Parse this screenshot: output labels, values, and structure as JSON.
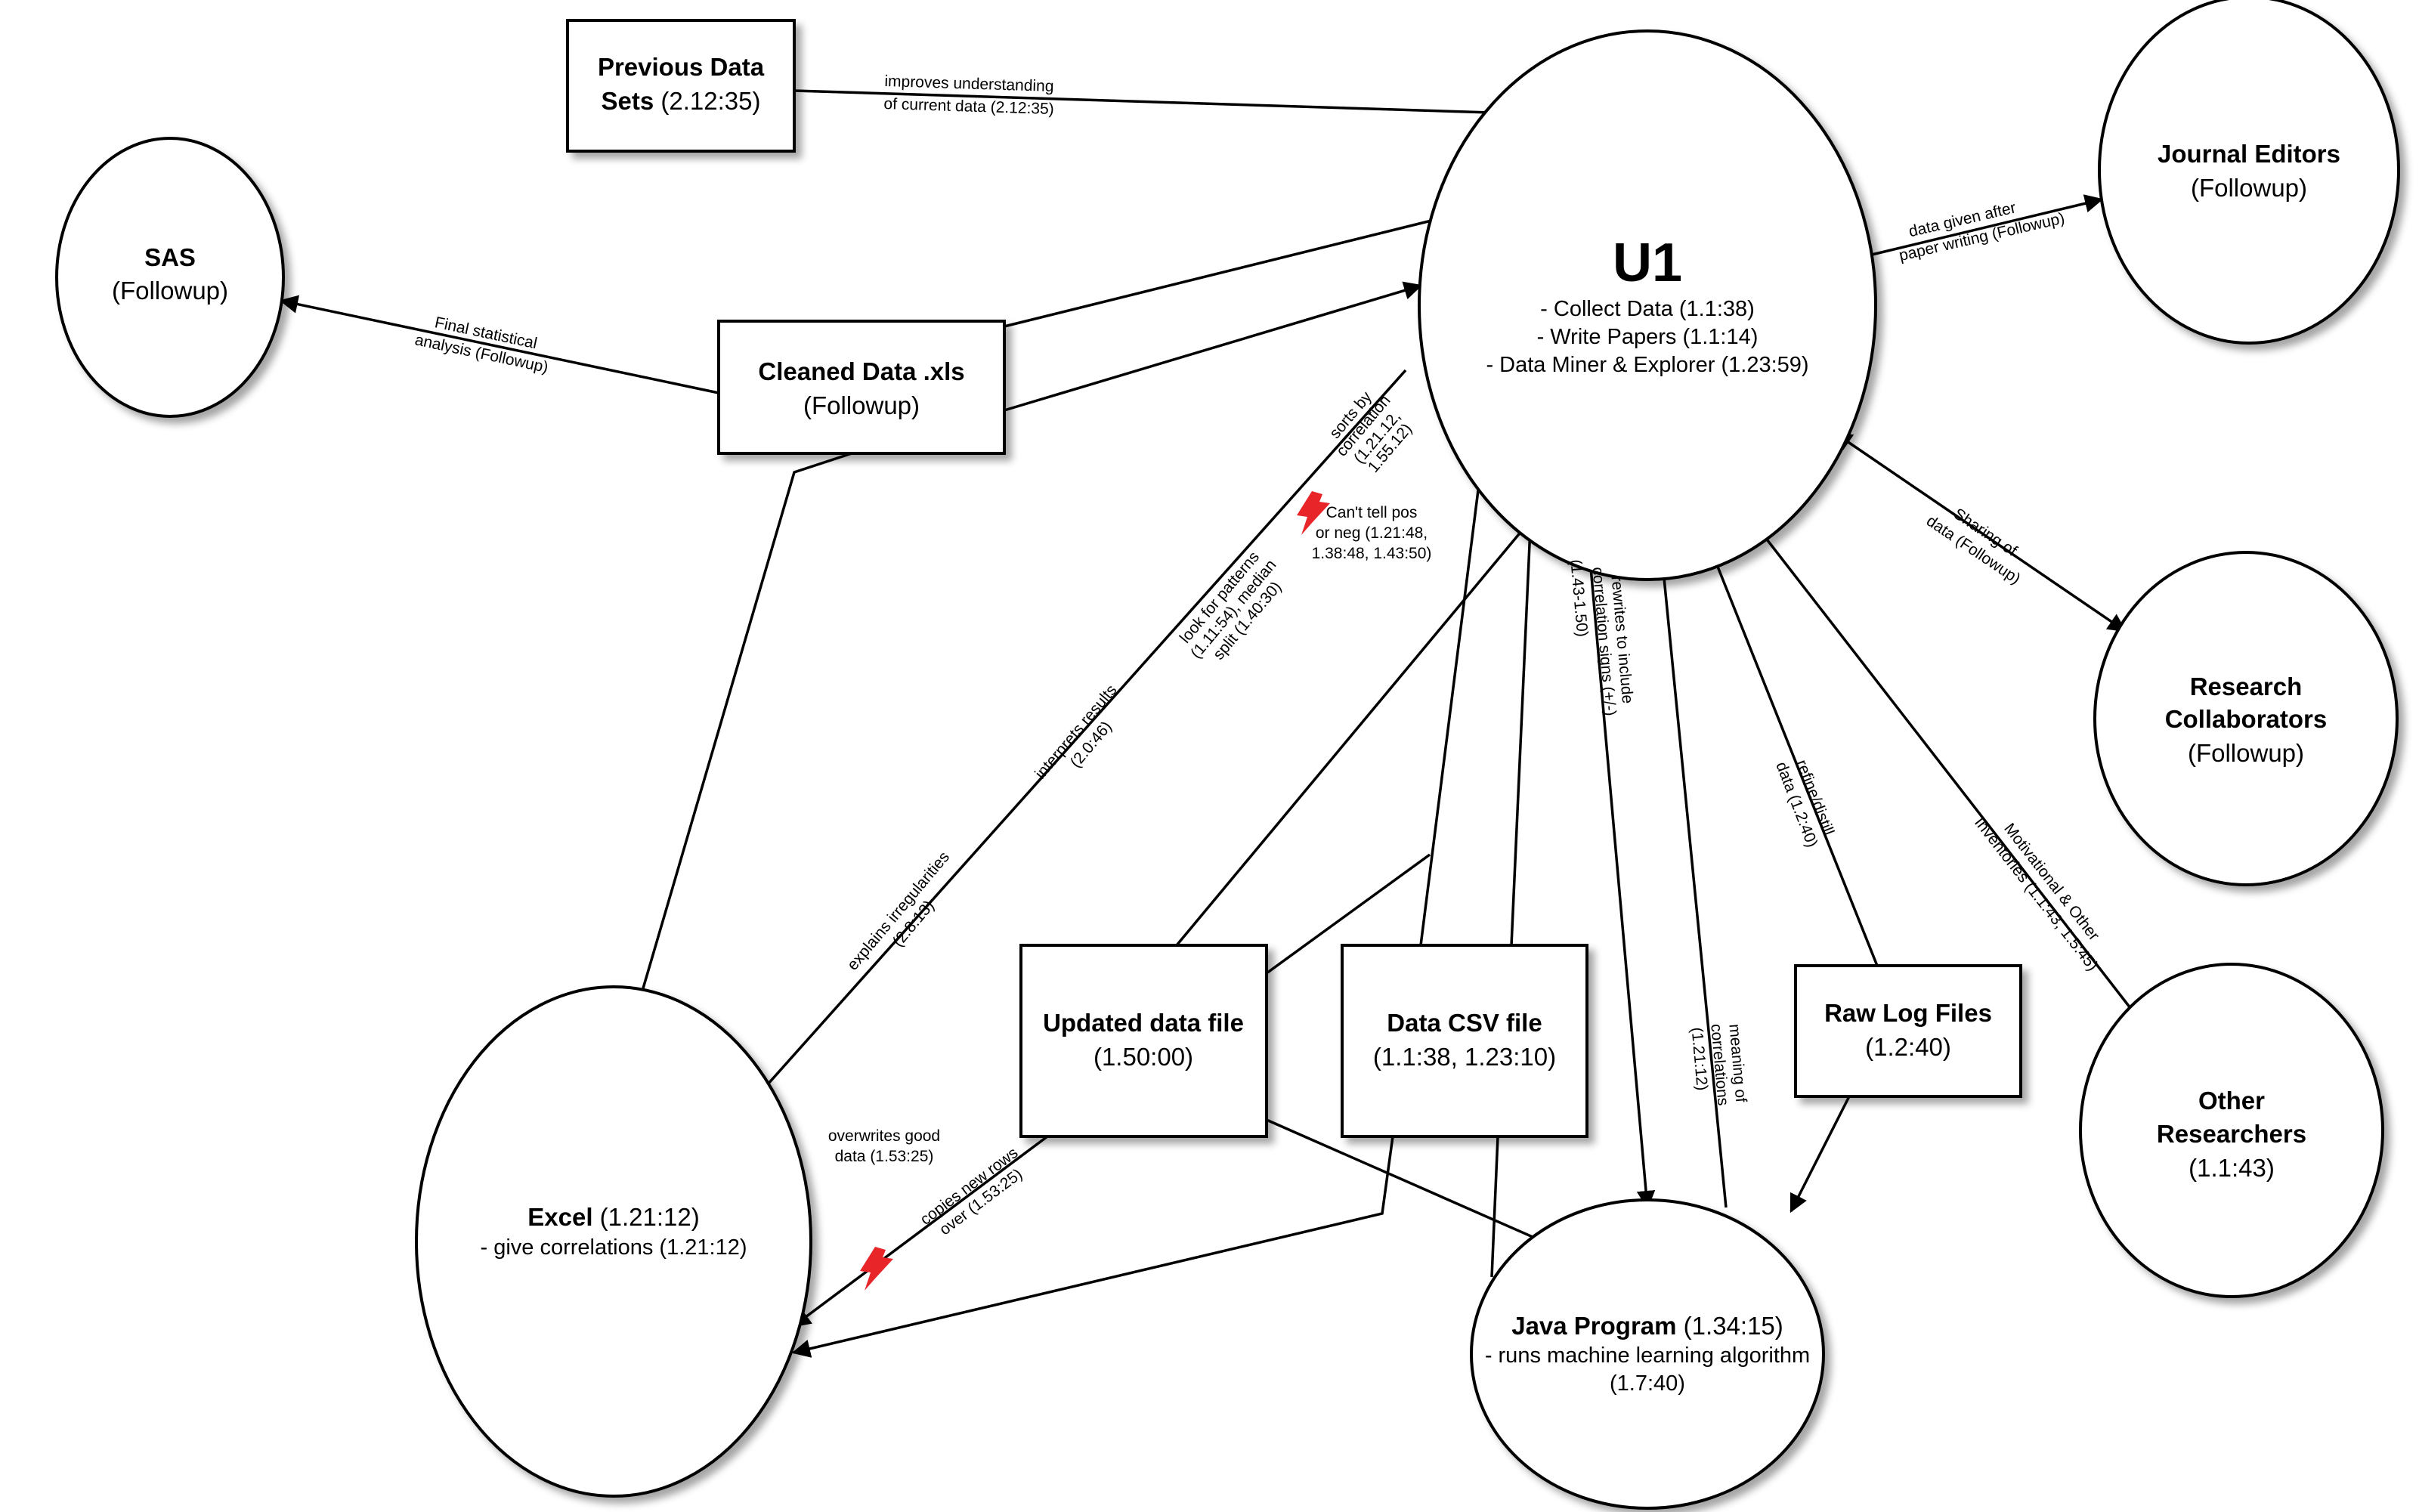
{
  "diagram": {
    "accent_color": "#e8262a",
    "nodes": {
      "u1": {
        "title": "U1",
        "lines": [
          "- Collect Data (1.1:38)",
          "- Write Papers (1.1:14)",
          "- Data Miner & Explorer (1.23:59)"
        ]
      },
      "previous_data_sets": {
        "title_line1": "Previous Data",
        "title_line2_bold": "Sets",
        "title_line2_rest": " (2.12:35)"
      },
      "sas": {
        "title": "SAS",
        "sub": "(Followup)"
      },
      "cleaned_data": {
        "title": "Cleaned Data .xls",
        "sub": "(Followup)"
      },
      "journal_editors": {
        "title": "Journal Editors",
        "sub": "(Followup)"
      },
      "research_collaborators": {
        "title_line1": "Research",
        "title_line2": "Collaborators",
        "sub": "(Followup)"
      },
      "other_researchers": {
        "title_line1": "Other",
        "title_line2": "Researchers",
        "sub": "(1.1:43)"
      },
      "excel": {
        "title_bold": "Excel",
        "title_rest": " (1.21:12)",
        "sub": "- give correlations (1.21:12)"
      },
      "java_program": {
        "title_bold": "Java Program",
        "title_rest": " (1.34:15)",
        "sub1": "- runs machine learning algorithm",
        "sub2": "(1.7:40)"
      },
      "updated_data_file": {
        "title": "Updated data file",
        "sub": "(1.50:00)"
      },
      "data_csv_file": {
        "title": "Data CSV file",
        "sub": "(1.1:38, 1.23:10)"
      },
      "raw_log_files": {
        "title": "Raw Log Files",
        "sub": "(1.2:40)"
      }
    },
    "edge_labels": {
      "improves": [
        "improves understanding",
        "of current data (2.12:35)"
      ],
      "final_stat": [
        "Final statistical",
        "analysis (Followup)"
      ],
      "data_given": [
        "data given after",
        "paper writing (Followup)"
      ],
      "sharing": [
        "Sharing of",
        "data (Followup)"
      ],
      "sorts": [
        "sorts by",
        "correlation",
        "(1.21.12,",
        "1.55.12)"
      ],
      "look_patterns": [
        "look for patterns",
        "(1.11:54), median",
        "split (1.40:30)"
      ],
      "interprets": [
        "interprets results",
        "(2.0:46)"
      ],
      "explains": [
        "explains irregularities",
        "(2.8:13)"
      ],
      "rewrites": [
        "rewrites to include",
        "correlation signs (+/-)",
        "(1.43-1.50)"
      ],
      "meaning": [
        "meaning of",
        "correlations",
        "(1.21:12)"
      ],
      "refine": [
        "refine/distill",
        "data (1.2:40)"
      ],
      "motivational": [
        "Motivational & Other",
        "Inventories (1.1:43, 1.5:45)"
      ],
      "copies": [
        "copies new rows",
        "over (1.53:25)"
      ]
    },
    "notes": {
      "cant_tell": [
        "Can't tell pos",
        "or neg (1.21:48,",
        "1.38:48, 1.43:50)"
      ],
      "overwrites": [
        "overwrites good",
        "data (1.53:25)"
      ]
    }
  }
}
